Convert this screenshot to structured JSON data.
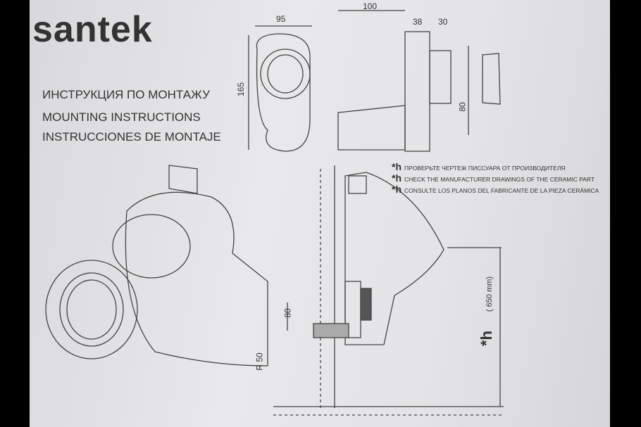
{
  "brand": "santek",
  "titles": [
    "ИНСТРУКЦИЯ ПО МОНТАЖУ",
    "MOUNTING INSTRUCTIONS",
    "INSTRUCCIONES DE MONTAJE"
  ],
  "notes": [
    {
      "mark": "*h",
      "text": "ПРОВЕРЬТЕ ЧЕРТЕЖ ПИССУАРА ОТ ПРОИЗВОДИТЕЛЯ"
    },
    {
      "mark": "*h",
      "text": "CHECK THE MANUFACTURER DRAWINGS OF THE CERAMIC PART"
    },
    {
      "mark": "*h",
      "text": "CONSULTE LOS PLANOS DEL FABRICANTE DE LA PIEZA CERÁMICA"
    }
  ],
  "dimensions": {
    "width_front": "95",
    "height_front": "165",
    "depth": "100",
    "d38": "38",
    "d30": "30",
    "d80_side": "80",
    "d80_install": "80",
    "radius": "R 50",
    "h_label": "*h",
    "h_value": "( 650 mm)"
  }
}
